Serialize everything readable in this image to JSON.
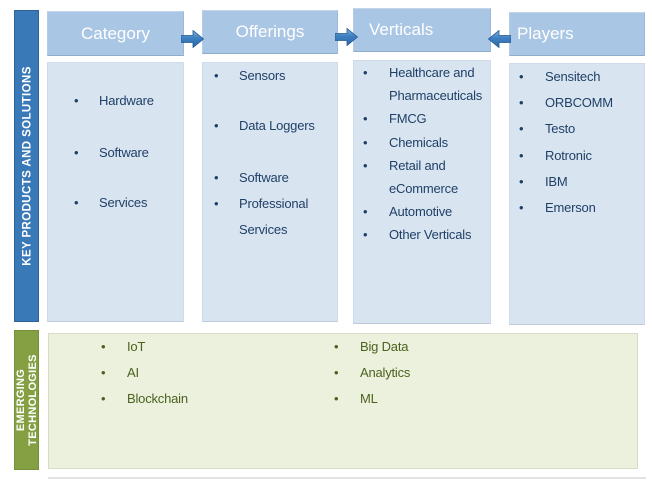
{
  "bands": {
    "key_products": {
      "label": "KEY PRODUCTS AND SOLUTIONS"
    },
    "emerging_tech": {
      "label": "EMERGING TECHNOLOGIES"
    }
  },
  "flow": {
    "columns": [
      {
        "id": "category",
        "header": "Category",
        "items": [
          "Hardware",
          "Software",
          "Services"
        ]
      },
      {
        "id": "offerings",
        "header": "Offerings",
        "items": [
          "Sensors",
          "Data Loggers",
          "Software",
          "Professional Services"
        ]
      },
      {
        "id": "verticals",
        "header": "Verticals",
        "items": [
          "Healthcare and Pharmaceuticals",
          "FMCG",
          "Chemicals",
          "Retail and eCommerce",
          "Automotive",
          "Other Verticals"
        ]
      },
      {
        "id": "players",
        "header": "Players",
        "items": [
          "Sensitech",
          "ORBCOMM",
          "Testo",
          "Rotronic",
          "IBM",
          "Emerson"
        ]
      }
    ],
    "arrows": [
      {
        "name": "category-to-offerings",
        "direction": "right"
      },
      {
        "name": "offerings-to-verticals",
        "direction": "right"
      },
      {
        "name": "players-to-verticals",
        "direction": "left"
      }
    ]
  },
  "emerging": {
    "columns": [
      [
        "IoT",
        "AI",
        "Blockchain"
      ],
      [
        "Big Data",
        "Analytics",
        "ML"
      ]
    ]
  },
  "colors": {
    "band_blue": "#3a79b8",
    "band_green": "#84a042",
    "header_fill": "#a9c6e4",
    "body_fill": "#d9e4f1",
    "green_box_fill": "#ebf1dc",
    "arrow_blue": "#2e74b5",
    "text_navy": "#1f4066",
    "text_green": "#4c6120"
  }
}
